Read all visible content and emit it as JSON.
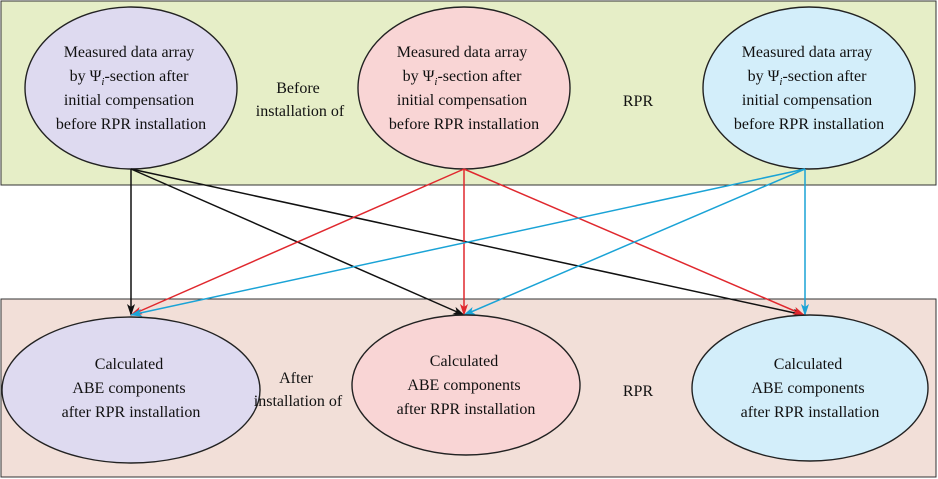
{
  "colors": {
    "top_band": "#e6eec7",
    "bottom_band": "#f2dfd8",
    "ellipse_purple": "#dedaf0",
    "ellipse_pink": "#f9d5d5",
    "ellipse_blue": "#d3eefa",
    "stroke": "#222222",
    "arrow_black": "#111111",
    "arrow_red": "#e0282e",
    "arrow_blue": "#1aa3d6"
  },
  "top_row": {
    "ellipses": [
      {
        "line1": "Measured data array",
        "line2_pre": "by Ψ",
        "line2_sub": "i",
        "line2_post": "-section after",
        "line3": "initial compensation",
        "line4": "before RPR installation"
      },
      {
        "line1": "Measured data array",
        "line2_pre": "by Ψ",
        "line2_sub": "i",
        "line2_post": "-section after",
        "line3": "initial compensation",
        "line4": "before RPR installation"
      },
      {
        "line1": "Measured data array",
        "line2_pre": "by Ψ",
        "line2_sub": "i",
        "line2_post": "-section after",
        "line3": "initial compensation",
        "line4": "before RPR installation"
      }
    ],
    "label_left_1": "Before",
    "label_left_2": "installation of",
    "label_right": "RPR"
  },
  "bottom_row": {
    "ellipses": [
      {
        "line1": "Calculated",
        "line2": "ABE components",
        "line3": "after RPR installation"
      },
      {
        "line1": "Calculated",
        "line2": "ABE components",
        "line3": "after RPR installation"
      },
      {
        "line1": "Calculated",
        "line2": "ABE components",
        "line3": "after RPR installation"
      }
    ],
    "label_left_1": "After",
    "label_left_2": "installation of",
    "label_right": "RPR"
  }
}
